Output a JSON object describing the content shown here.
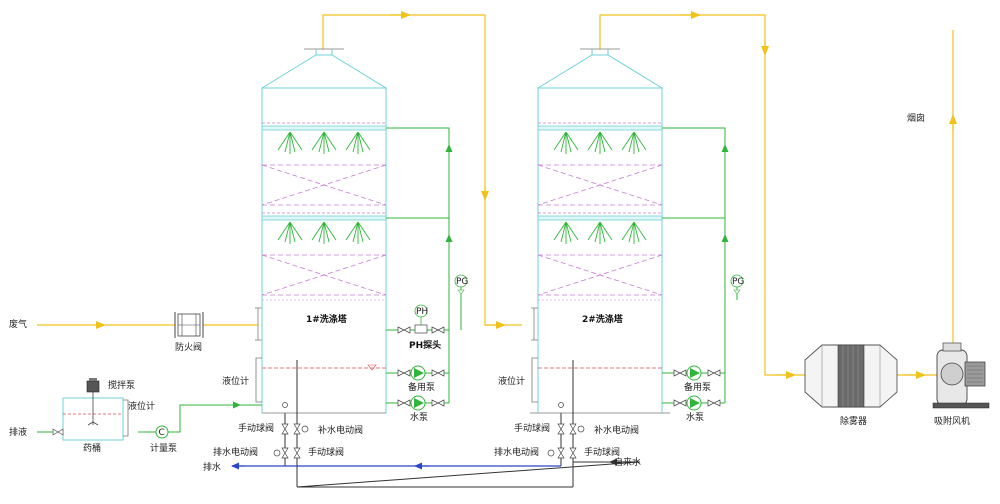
{
  "labels": {
    "exhaust_gas": "废气",
    "fire_damper": "防火阀",
    "tower1": "1#洗涤塔",
    "tower2": "2#洗涤塔",
    "ph_probe": "PH探头",
    "ph_tag": "PH",
    "pg_tag1": "PG",
    "pg_tag2": "PG",
    "level_gauge_t1": "液位计",
    "level_gauge_t2": "液位计",
    "level_gauge_tank": "液位计",
    "standby_pump_1": "备用泵",
    "water_pump_1": "水泵",
    "standby_pump_2": "备用泵",
    "water_pump_2": "水泵",
    "mixing_pump": "搅拌泵",
    "drain_liquid": "排液",
    "chemical_tank": "药桶",
    "metering_pump": "计量泵",
    "metering_c": "C",
    "manual_valve_1a": "手动球阀",
    "manual_valve_1b": "手动球阀",
    "drain_motor_valve_1": "排水电动阀",
    "makeup_motor_valve_1": "补水电动阀",
    "manual_valve_2a": "手动球阀",
    "manual_valve_2b": "手动球阀",
    "drain_motor_valve_2": "排水电动阀",
    "makeup_motor_valve_2": "补水电动阀",
    "drain_water": "排水",
    "tap_water": "自来水",
    "demister": "除雾器",
    "fan": "吸附风机",
    "chimney": "烟囱"
  },
  "colors": {
    "tower_outline": "#6fd3d8",
    "packing": "#c77cd6",
    "gas_flow": "#f0c21a",
    "circulation": "#2fb63a",
    "water_line": "#2a45c7",
    "pipe": "#9a9a9a"
  }
}
